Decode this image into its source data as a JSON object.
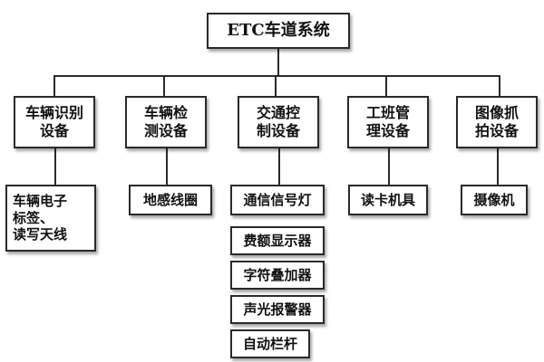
{
  "root": {
    "label": "ETC车道系统"
  },
  "categories": [
    {
      "label": "车辆识别\n设备",
      "children": [
        "车辆电子\n标签、\n读写天线"
      ]
    },
    {
      "label": "车辆检\n测设备",
      "children": [
        "地感线圈"
      ]
    },
    {
      "label": "交通控\n制设备",
      "children": [
        "通信信号灯",
        "费额显示器",
        "字符叠加器",
        "声光报警器",
        "自动栏杆"
      ]
    },
    {
      "label": "工班管\n理设备",
      "children": [
        "读卡机具"
      ]
    },
    {
      "label": "图像抓\n拍设备",
      "children": [
        "摄像机"
      ]
    }
  ]
}
